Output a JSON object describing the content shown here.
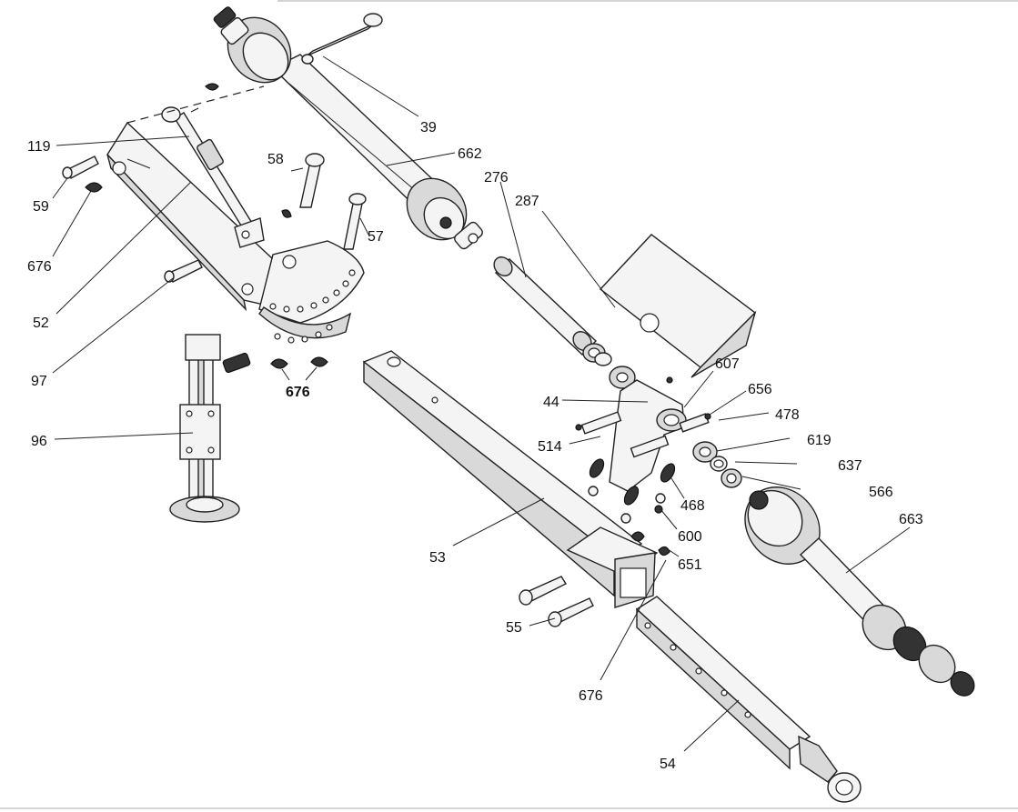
{
  "labels": [
    {
      "id": "39",
      "text": "39"
    },
    {
      "id": "662",
      "text": "662"
    },
    {
      "id": "119",
      "text": "119"
    },
    {
      "id": "59",
      "text": "59"
    },
    {
      "id": "676a",
      "text": "676"
    },
    {
      "id": "52",
      "text": "52"
    },
    {
      "id": "58",
      "text": "58"
    },
    {
      "id": "57",
      "text": "57"
    },
    {
      "id": "97",
      "text": "97"
    },
    {
      "id": "676b",
      "text": "676"
    },
    {
      "id": "96",
      "text": "96"
    },
    {
      "id": "276",
      "text": "276"
    },
    {
      "id": "287",
      "text": "287"
    },
    {
      "id": "44",
      "text": "44"
    },
    {
      "id": "514",
      "text": "514"
    },
    {
      "id": "607",
      "text": "607"
    },
    {
      "id": "656",
      "text": "656"
    },
    {
      "id": "478",
      "text": "478"
    },
    {
      "id": "619",
      "text": "619"
    },
    {
      "id": "637",
      "text": "637"
    },
    {
      "id": "566",
      "text": "566"
    },
    {
      "id": "468",
      "text": "468"
    },
    {
      "id": "600",
      "text": "600"
    },
    {
      "id": "651",
      "text": "651"
    },
    {
      "id": "53",
      "text": "53"
    },
    {
      "id": "663",
      "text": "663"
    },
    {
      "id": "55",
      "text": "55"
    },
    {
      "id": "676c",
      "text": "676"
    },
    {
      "id": "54",
      "text": "54"
    }
  ]
}
